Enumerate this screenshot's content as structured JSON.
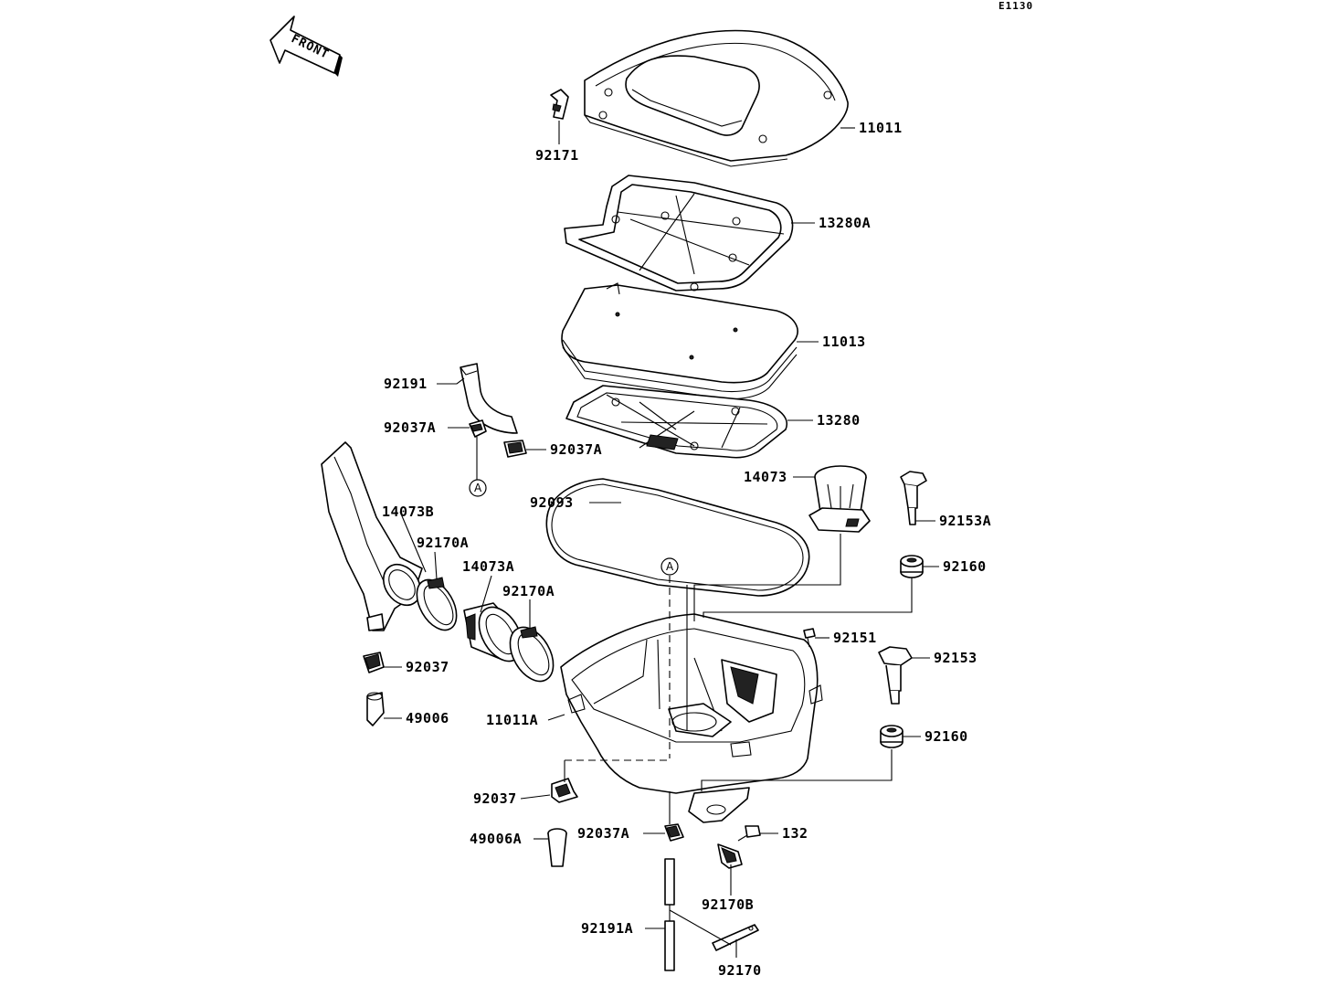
{
  "diagram_code": "E1130",
  "front_label": "FRONT",
  "reference_marks": [
    "A",
    "A"
  ],
  "parts": [
    {
      "id": "p11011",
      "label": "11011"
    },
    {
      "id": "p92171",
      "label": "92171"
    },
    {
      "id": "p13280A",
      "label": "13280A"
    },
    {
      "id": "p11013",
      "label": "11013"
    },
    {
      "id": "p92191",
      "label": "92191"
    },
    {
      "id": "p13280",
      "label": "13280"
    },
    {
      "id": "p92037A_1",
      "label": "92037A"
    },
    {
      "id": "p92037A_2",
      "label": "92037A"
    },
    {
      "id": "p14073",
      "label": "14073"
    },
    {
      "id": "p14073B",
      "label": "14073B"
    },
    {
      "id": "p92093",
      "label": "92093"
    },
    {
      "id": "p92153A",
      "label": "92153A"
    },
    {
      "id": "p92170A_1",
      "label": "92170A"
    },
    {
      "id": "p14073A",
      "label": "14073A"
    },
    {
      "id": "p92170A_2",
      "label": "92170A"
    },
    {
      "id": "p92160_1",
      "label": "92160"
    },
    {
      "id": "p92151",
      "label": "92151"
    },
    {
      "id": "p92153",
      "label": "92153"
    },
    {
      "id": "p92037_1",
      "label": "92037"
    },
    {
      "id": "p49006",
      "label": "49006"
    },
    {
      "id": "p11011A",
      "label": "11011A"
    },
    {
      "id": "p92160_2",
      "label": "92160"
    },
    {
      "id": "p92037_2",
      "label": "92037"
    },
    {
      "id": "p49006A",
      "label": "49006A"
    },
    {
      "id": "p92037A_3",
      "label": "92037A"
    },
    {
      "id": "p132",
      "label": "132"
    },
    {
      "id": "p92170B",
      "label": "92170B"
    },
    {
      "id": "p92191A",
      "label": "92191A"
    },
    {
      "id": "p92170",
      "label": "92170"
    }
  ]
}
